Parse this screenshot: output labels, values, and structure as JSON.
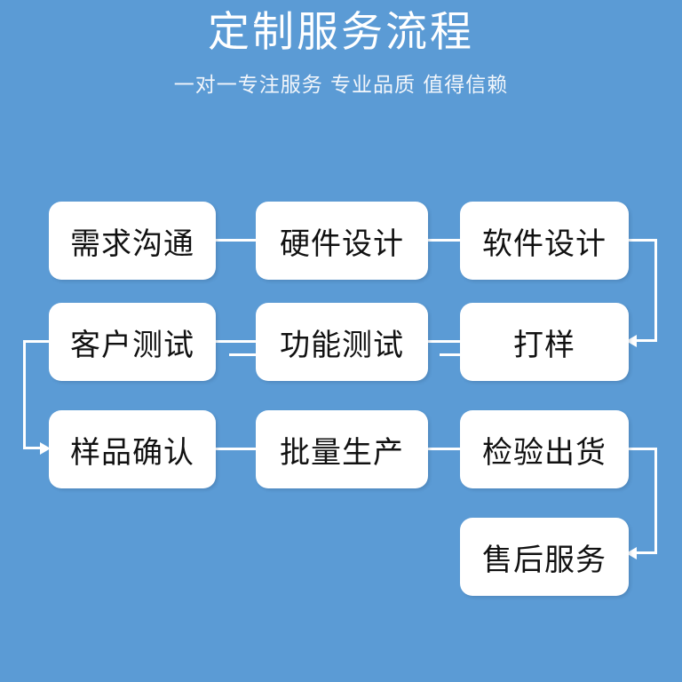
{
  "header": {
    "title": "定制服务流程",
    "subtitle": "一对一专注服务 专业品质 值得信赖"
  },
  "colors": {
    "background": "#5b9bd5",
    "box_fill": "#ffffff",
    "box_text": "#111111",
    "connector": "#ffffff",
    "title_text": "#ffffff"
  },
  "flow": {
    "rows": [
      {
        "row": 1,
        "boxes": [
          {
            "id": "step-1",
            "label": "需求沟通"
          },
          {
            "id": "step-2",
            "label": "硬件设计"
          },
          {
            "id": "step-3",
            "label": "软件设计"
          }
        ]
      },
      {
        "row": 2,
        "boxes": [
          {
            "id": "step-6",
            "label": "客户测试"
          },
          {
            "id": "step-5",
            "label": "功能测试"
          },
          {
            "id": "step-4",
            "label": "打样"
          }
        ]
      },
      {
        "row": 3,
        "boxes": [
          {
            "id": "step-7",
            "label": "样品确认"
          },
          {
            "id": "step-8",
            "label": "批量生产"
          },
          {
            "id": "step-9",
            "label": "检验出货"
          }
        ]
      },
      {
        "row": 4,
        "boxes": [
          {
            "id": "step-10",
            "label": "售后服务"
          }
        ]
      }
    ],
    "connectors": [
      {
        "id": "conn-1-2",
        "from": "需求沟通",
        "to": "硬件设计",
        "direction": "right",
        "arrow": false
      },
      {
        "id": "conn-2-3",
        "from": "硬件设计",
        "to": "软件设计",
        "direction": "right",
        "arrow": false
      },
      {
        "id": "conn-3-4",
        "from": "软件设计",
        "to": "打样",
        "direction": "down-left",
        "arrow": true
      },
      {
        "id": "conn-4-5",
        "from": "打样",
        "to": "功能测试",
        "direction": "left",
        "arrow": false
      },
      {
        "id": "conn-5-6",
        "from": "功能测试",
        "to": "客户测试",
        "direction": "left",
        "arrow": false
      },
      {
        "id": "conn-6-7",
        "from": "客户测试",
        "to": "样品确认",
        "direction": "down-right",
        "arrow": true
      },
      {
        "id": "conn-7-8",
        "from": "样品确认",
        "to": "批量生产",
        "direction": "right",
        "arrow": false
      },
      {
        "id": "conn-8-9",
        "from": "批量生产",
        "to": "检验出货",
        "direction": "right",
        "arrow": false
      },
      {
        "id": "conn-9-10",
        "from": "检验出货",
        "to": "售后服务",
        "direction": "down-left",
        "arrow": true
      }
    ]
  }
}
